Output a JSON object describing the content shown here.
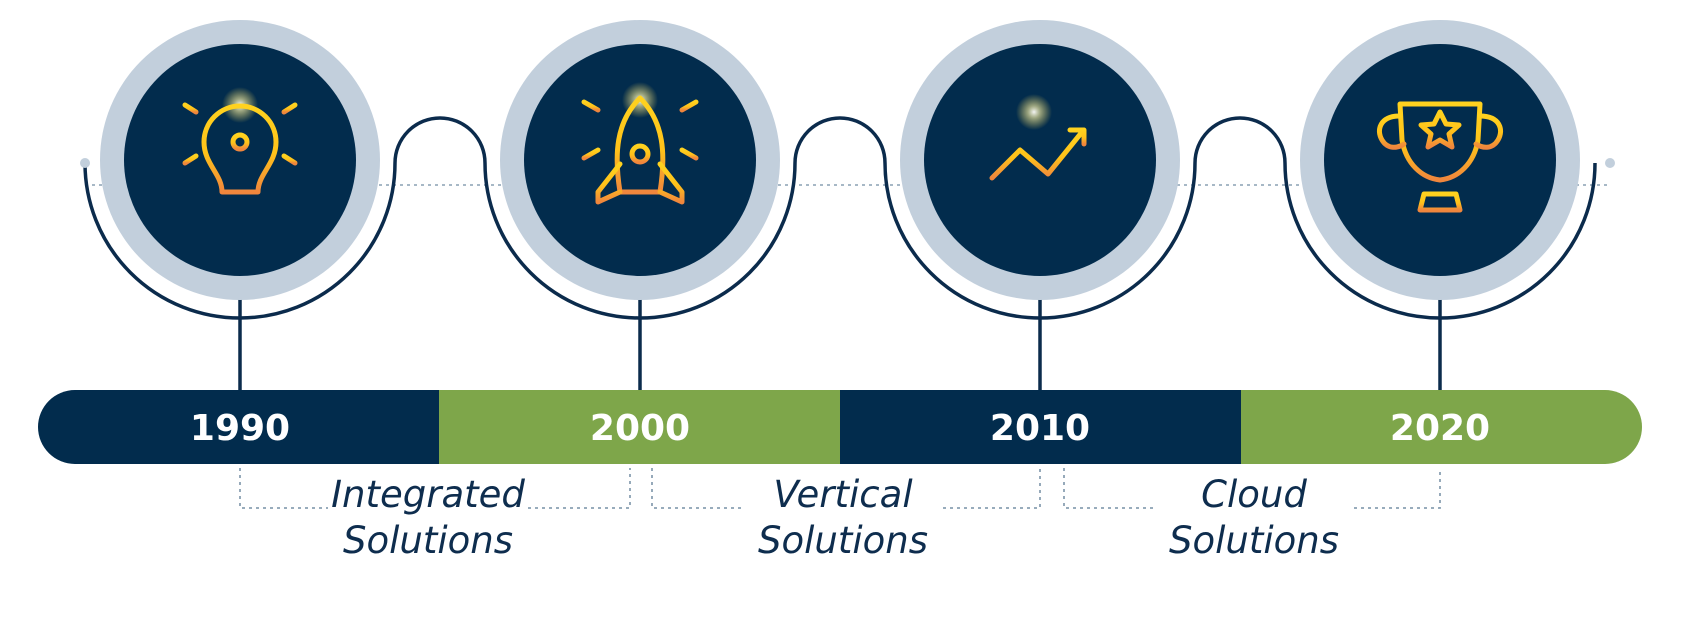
{
  "colors": {
    "navy": "#022c4d",
    "green": "#7ea64a",
    "ring": "#c2cfdc",
    "line": "#0b2b4c",
    "gold": "#ffcc1a",
    "orange": "#f08a3e",
    "dots": "#8aa0b3"
  },
  "milestones": [
    {
      "year": "1990",
      "icon": "lightbulb-icon"
    },
    {
      "year": "2000",
      "icon": "rocket-icon"
    },
    {
      "year": "2010",
      "icon": "growth-chart-icon"
    },
    {
      "year": "2020",
      "icon": "trophy-icon"
    }
  ],
  "eras": [
    {
      "line1": "Integrated",
      "line2": "Solutions"
    },
    {
      "line1": "Vertical",
      "line2": "Solutions"
    },
    {
      "line1": "Cloud",
      "line2": "Solutions"
    }
  ]
}
